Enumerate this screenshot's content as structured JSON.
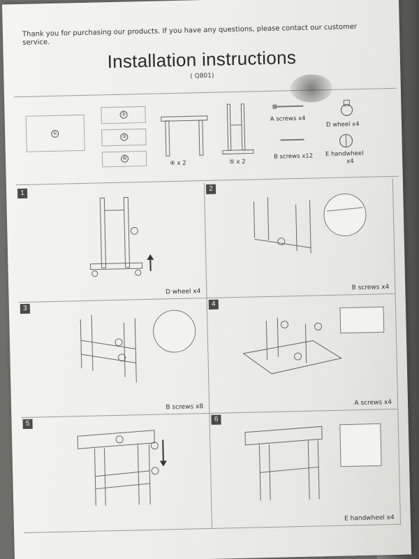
{
  "header": {
    "thanks_text": "Thank you for purchasing our products. If you have any questions, please contact our customer service.",
    "title": "Installation instructions",
    "model": "( Q801)"
  },
  "parts": {
    "part1": "①",
    "part2": "②",
    "part3": "③",
    "part6": "⑥",
    "part4_label": "④ x 2",
    "part5_label": "⑤ x 2",
    "a_screws": "A screws x4",
    "b_screws": "B screws x12",
    "d_wheel": "D wheel x4",
    "e_handwheel": "E handwheel",
    "e_handwheel_qty": "x4"
  },
  "steps": [
    {
      "num": "1",
      "caption": "D wheel x4"
    },
    {
      "num": "2",
      "caption": "B screws x4"
    },
    {
      "num": "3",
      "caption": "B screws x8"
    },
    {
      "num": "4",
      "caption": "A screws x4"
    },
    {
      "num": "5",
      "caption": ""
    },
    {
      "num": "6",
      "caption": "E handwheel  x4"
    }
  ],
  "colors": {
    "paper": "#efefeb",
    "ink": "#2a2a2a",
    "line": "#9a9a96"
  }
}
